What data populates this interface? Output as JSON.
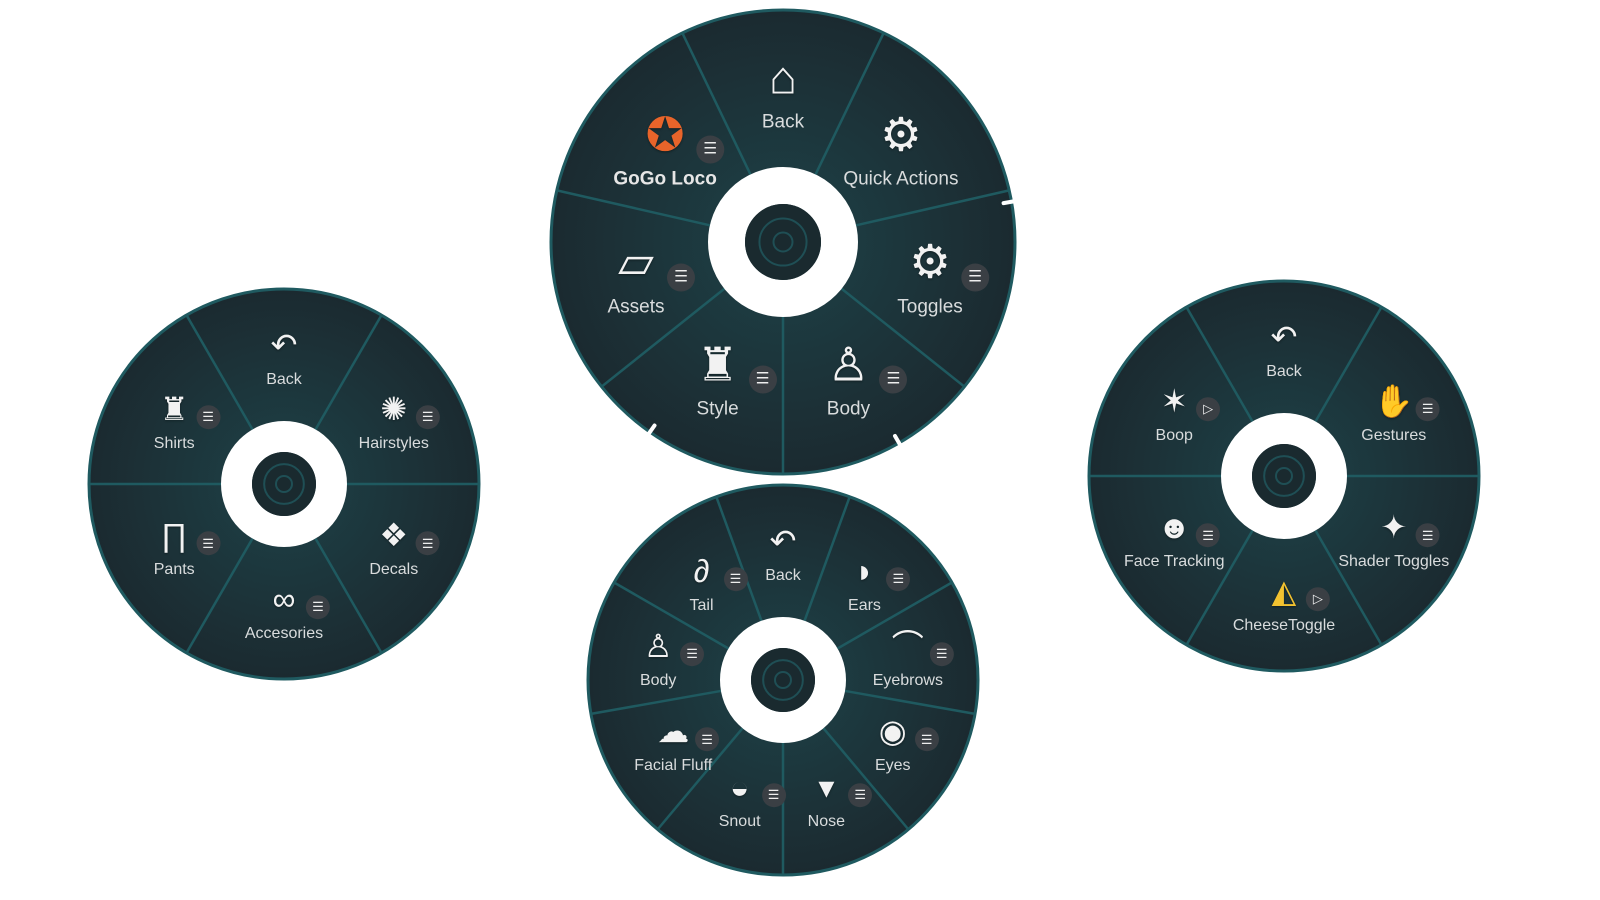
{
  "colors": {
    "fill": "#1b2a30",
    "fill_inner": "#1d3c42",
    "divider": "#1f5a60",
    "ring": "#ffffff",
    "label": "#d9dcdd",
    "cheese": "#f2c230"
  },
  "menus": [
    {
      "id": "main-menu",
      "items": [
        {
          "label": "Back",
          "icon": "home-back-icon",
          "badge": "none"
        },
        {
          "label": "Quick Actions",
          "icon": "gear-icon",
          "badge": "none"
        },
        {
          "label": "Toggles",
          "icon": "gear-icon",
          "badge": "submenu"
        },
        {
          "label": "Body",
          "icon": "body-icon",
          "badge": "submenu"
        },
        {
          "label": "Style",
          "icon": "clothing-icon",
          "badge": "submenu"
        },
        {
          "label": "Assets",
          "icon": "box-icon",
          "badge": "submenu"
        },
        {
          "label": "GoGo Loco",
          "icon": "gogo-loco-icon",
          "badge": "submenu",
          "bold": true
        }
      ]
    },
    {
      "id": "style-menu",
      "items": [
        {
          "label": "Back",
          "icon": "back-arrow-icon",
          "badge": "none"
        },
        {
          "label": "Hairstyles",
          "icon": "hair-icon",
          "badge": "submenu"
        },
        {
          "label": "Decals",
          "icon": "decal-icon",
          "badge": "submenu"
        },
        {
          "label": "Accesories",
          "icon": "sunglasses-icon",
          "badge": "submenu"
        },
        {
          "label": "Pants",
          "icon": "pants-icon",
          "badge": "submenu"
        },
        {
          "label": "Shirts",
          "icon": "shirt-icon",
          "badge": "submenu"
        }
      ]
    },
    {
      "id": "body-menu",
      "items": [
        {
          "label": "Back",
          "icon": "back-arrow-icon",
          "badge": "none"
        },
        {
          "label": "Ears",
          "icon": "ear-icon",
          "badge": "submenu"
        },
        {
          "label": "Eyebrows",
          "icon": "eyebrow-icon",
          "badge": "submenu"
        },
        {
          "label": "Eyes",
          "icon": "eye-icon",
          "badge": "submenu"
        },
        {
          "label": "Nose",
          "icon": "nose-icon",
          "badge": "submenu"
        },
        {
          "label": "Snout",
          "icon": "snout-icon",
          "badge": "submenu"
        },
        {
          "label": "Facial Fluff",
          "icon": "fluff-icon",
          "badge": "submenu"
        },
        {
          "label": "Body",
          "icon": "body-icon",
          "badge": "submenu"
        },
        {
          "label": "Tail",
          "icon": "tail-icon",
          "badge": "submenu"
        }
      ]
    },
    {
      "id": "quick-actions-menu",
      "items": [
        {
          "label": "Back",
          "icon": "back-arrow-icon",
          "badge": "none"
        },
        {
          "label": "Gestures",
          "icon": "hand-icon",
          "badge": "submenu"
        },
        {
          "label": "Shader Toggles",
          "icon": "sparkle-icon",
          "badge": "submenu"
        },
        {
          "label": "CheeseToggle",
          "icon": "cheese-icon",
          "badge": "toggle"
        },
        {
          "label": "Face Tracking",
          "icon": "face-icon",
          "badge": "submenu"
        },
        {
          "label": "Boop",
          "icon": "boop-icon",
          "badge": "toggle"
        }
      ]
    }
  ]
}
